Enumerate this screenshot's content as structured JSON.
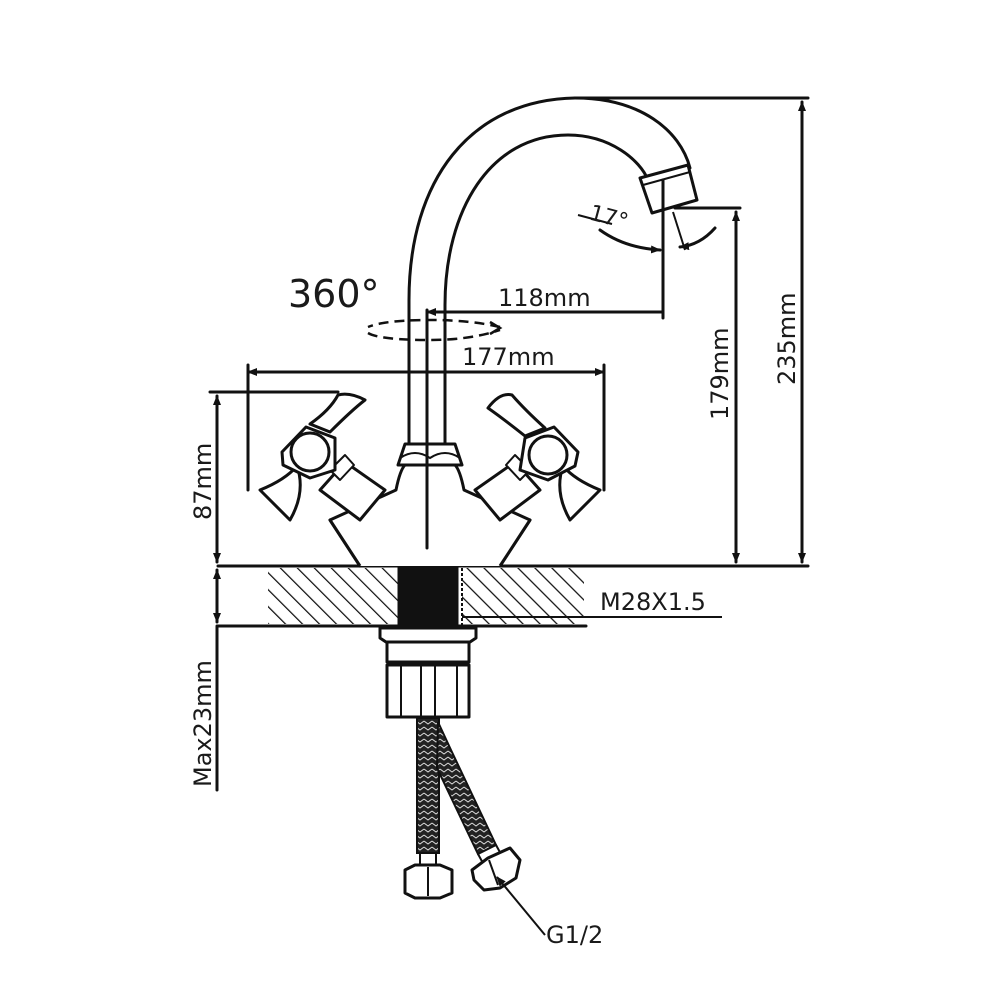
{
  "drawing": {
    "title": "Two-handle swivel kitchen faucet dimension drawing",
    "line_color": "#111111",
    "background": "#ffffff"
  },
  "annotations": {
    "rotation": "360°",
    "spout_reach": "118mm",
    "handle_span": "177mm",
    "spout_tilt": "17°",
    "outlet_height": "179mm",
    "total_height": "235mm",
    "handle_height": "87mm",
    "mount_thread": "M28X1.5",
    "max_deck_thickness": "Max23mm",
    "hose_connection": "G1/2"
  }
}
